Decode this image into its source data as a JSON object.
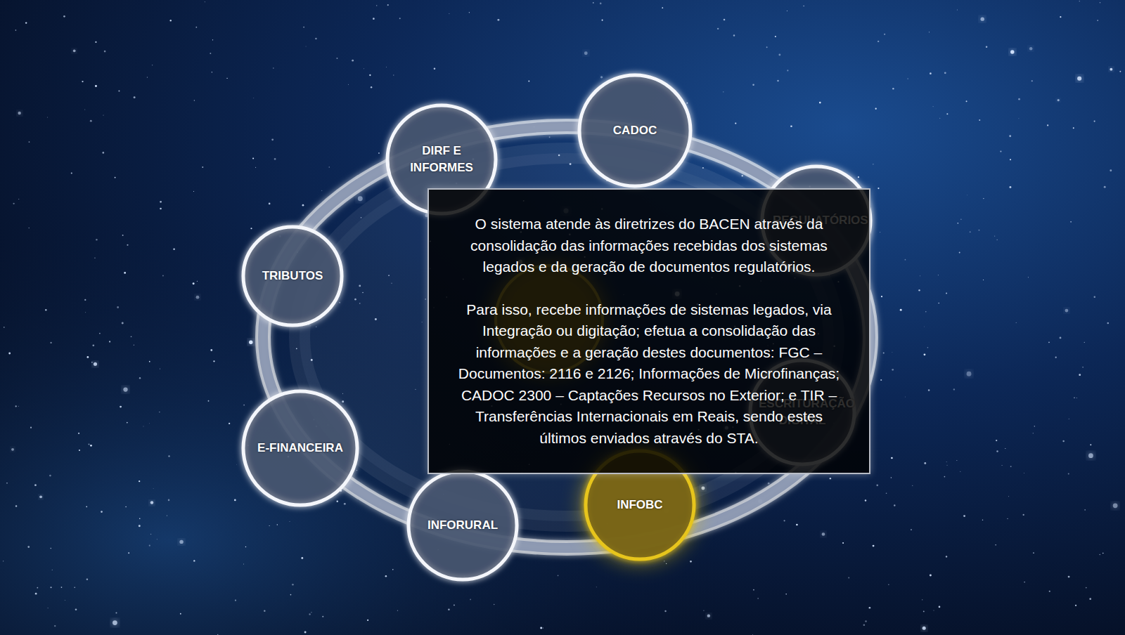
{
  "diagram": {
    "nodes": [
      {
        "text": [
          "CADOC"
        ]
      },
      {
        "text": [
          "DIRF E INFORMES"
        ]
      },
      {
        "text": [
          "REGULATÓRIOS"
        ]
      },
      {
        "text": [
          "TRIBUTOS"
        ]
      },
      {
        "text": [
          "O sistema atende às diretrizes do BACEN através da consolidação das informações recebidas dos sistemas legados e da geração de documentos regulatórios.",
          "Para isso, recebe informações de sistemas legados, via Integração ou digitação; efetua a consolidação das informações e a geração destes documentos: FGC – Documentos: 2116 e 2126; Informações de Microfinanças; CADOC 2300 – Captações Recursos no Exterior; e TIR – Transferências Internacionais em Reais, sendo estes últimos enviados através do STA."
        ]
      },
      {
        "text": [
          "ESCRITURAÇÃO DIGITAL"
        ]
      },
      {
        "text": [
          "E-FINANCEIRA"
        ]
      },
      {
        "text": [
          "INFOBC"
        ]
      },
      {
        "text": [
          "INFORURAL"
        ]
      }
    ]
  }
}
